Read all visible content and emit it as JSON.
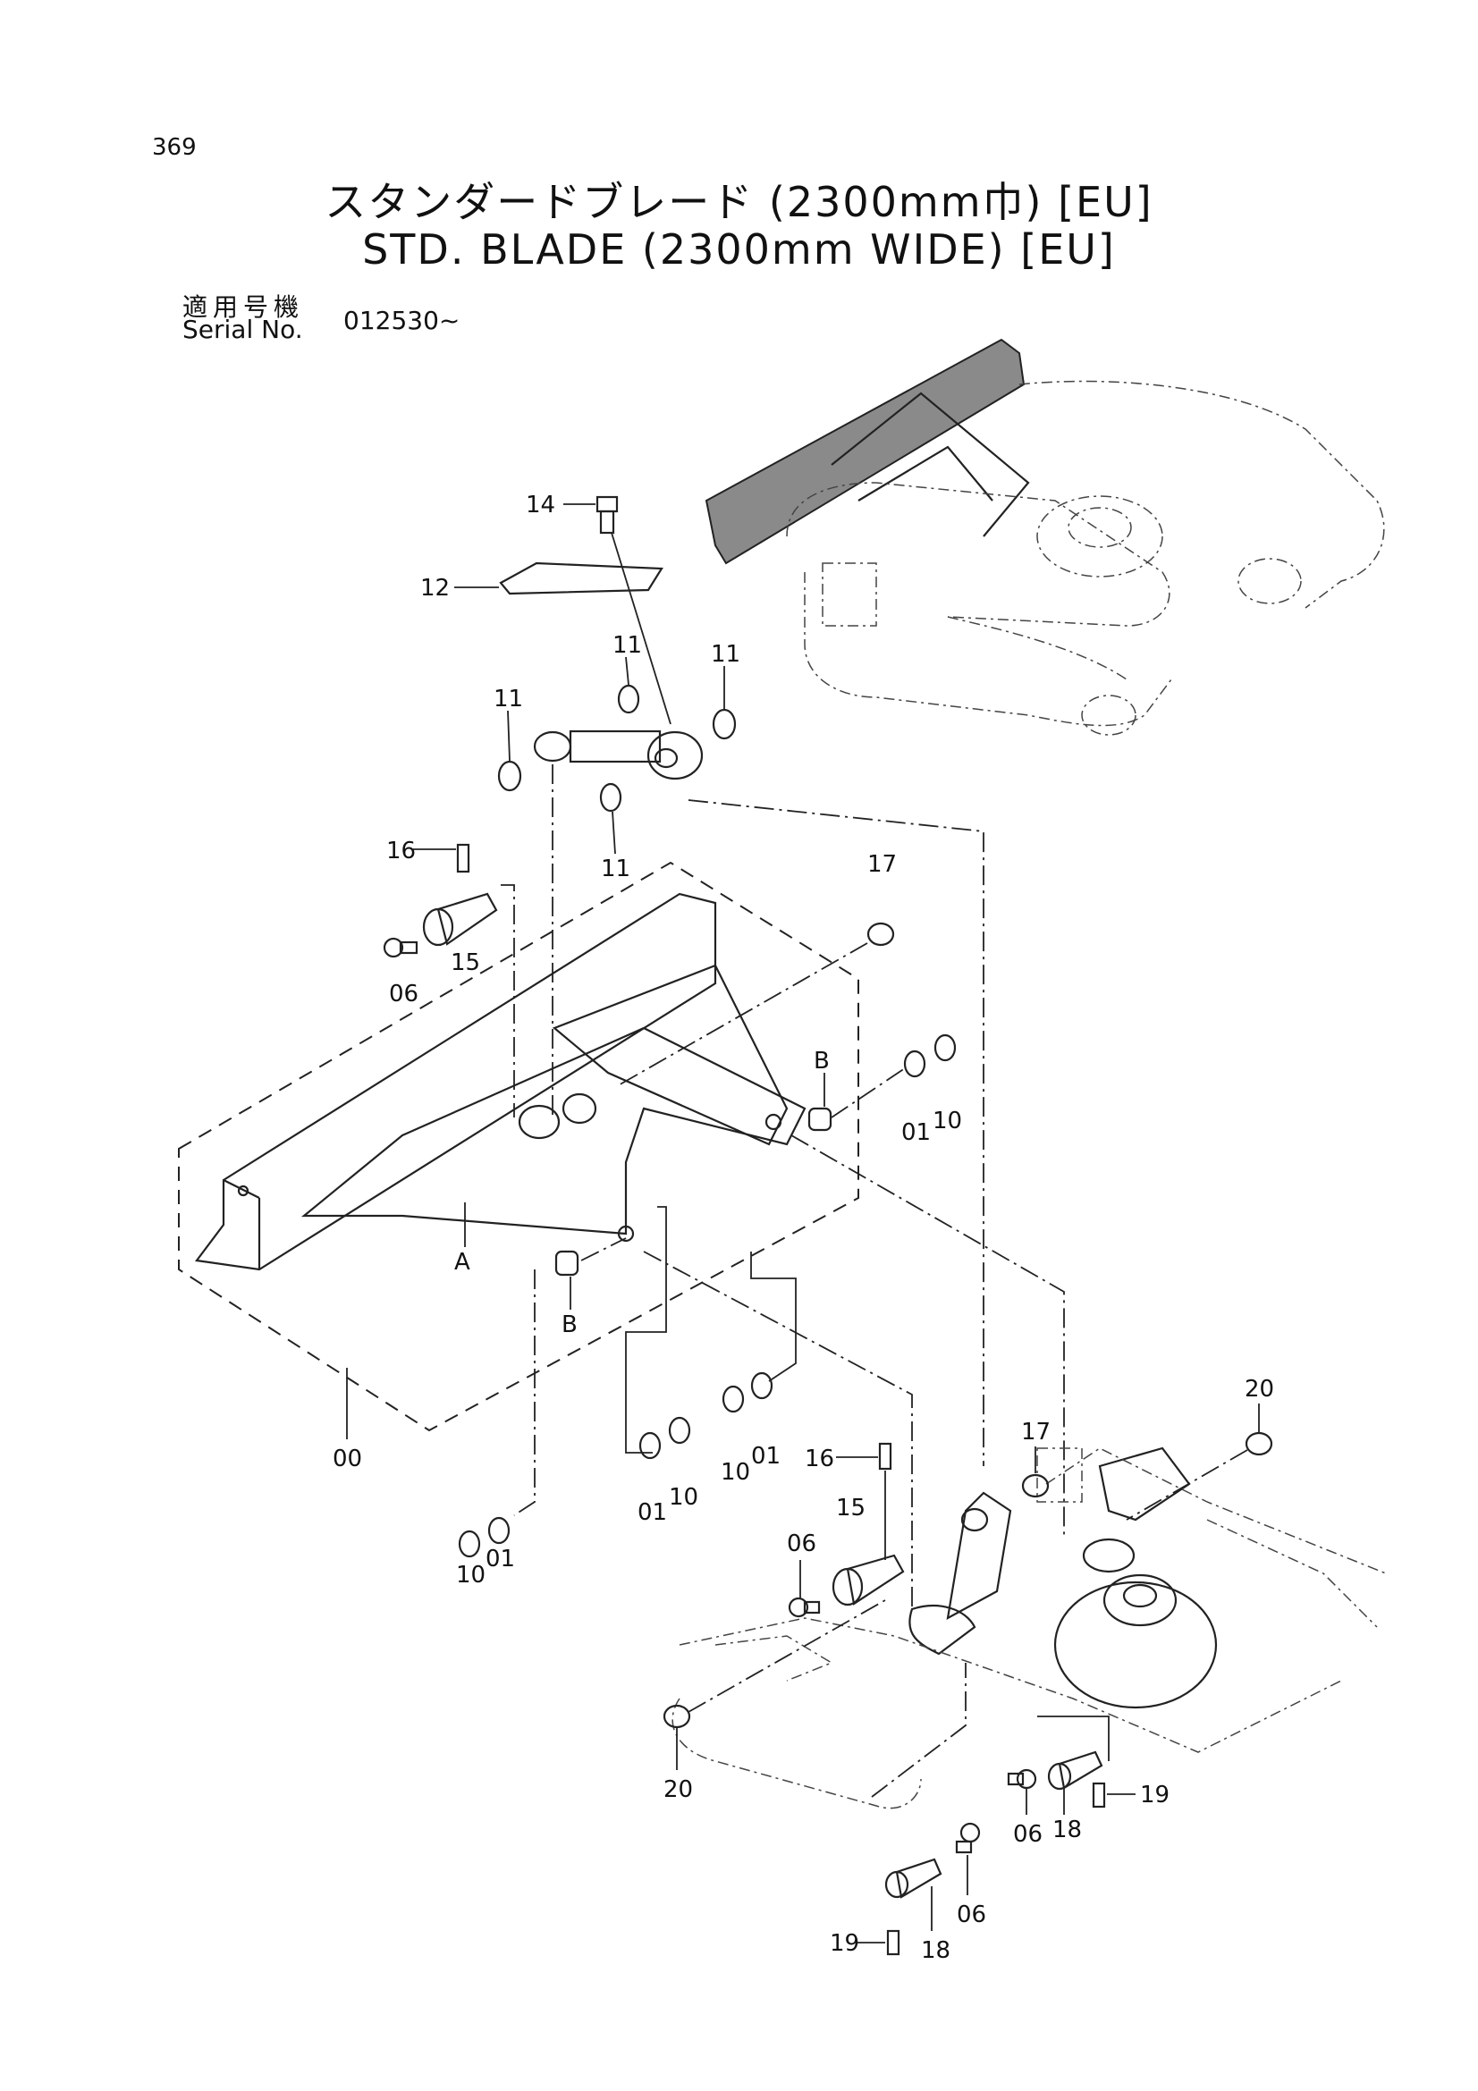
{
  "page_number": "369",
  "title_jp": "スタンダードブレード (2300mm巾) [EU]",
  "title_en": "STD. BLADE (2300mm  WIDE) [EU]",
  "serial_label_jp": "適用号機",
  "serial_label_en": "Serial No.",
  "serial_value": "012530~",
  "callouts": {
    "c14": "14",
    "c12": "12",
    "c11a": "11",
    "c11b": "11",
    "c11c": "11",
    "c11d": "11",
    "c16a": "16",
    "c15a": "15",
    "c06a": "06",
    "c17a": "17",
    "cBa": "B",
    "c01a": "01",
    "c10a": "10",
    "cA": "A",
    "cBb": "B",
    "c00": "00",
    "c10b": "10",
    "c01b": "01",
    "c01c": "01",
    "c10c": "10",
    "c10d": "10",
    "c01d": "01",
    "c16b": "16",
    "c15b": "15",
    "c06b": "06",
    "c17b": "17",
    "c20a": "20",
    "c20b": "20",
    "c06c": "06",
    "c18a": "18",
    "c19a": "19",
    "c19b": "19",
    "c18b": "18",
    "c06d": "06"
  }
}
